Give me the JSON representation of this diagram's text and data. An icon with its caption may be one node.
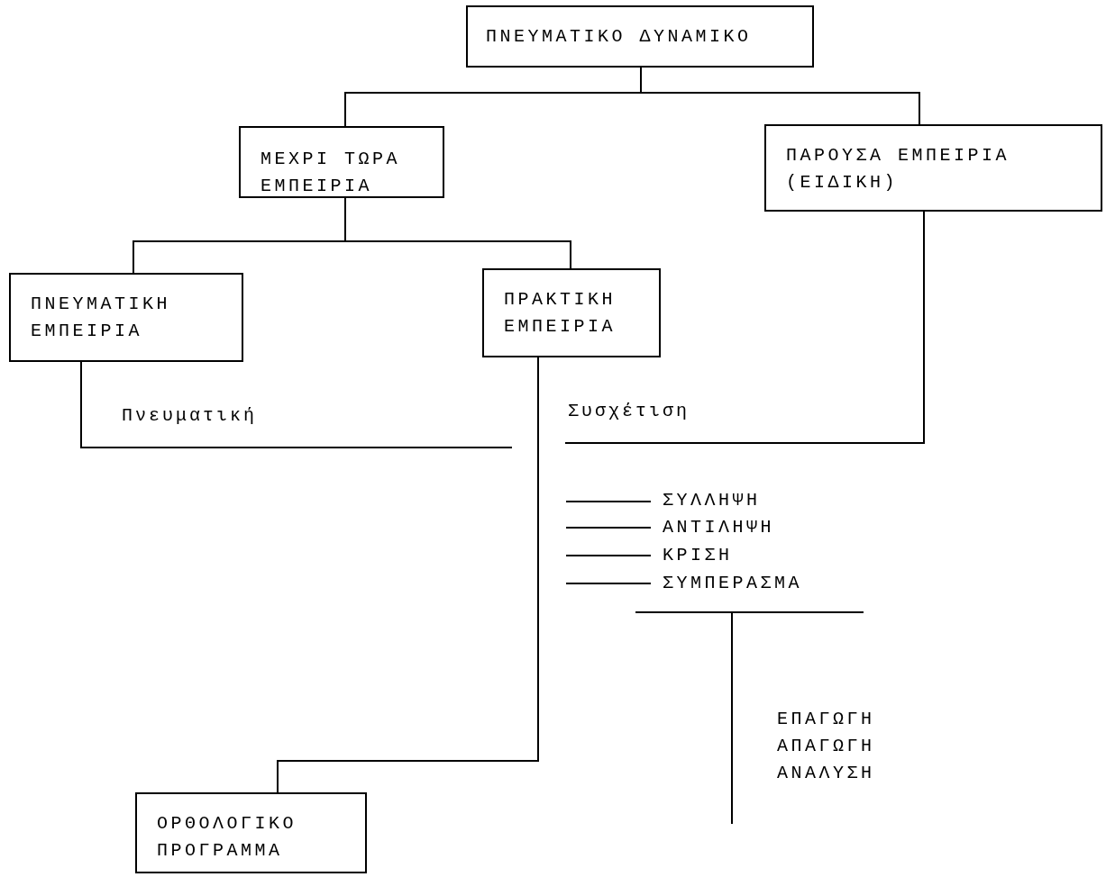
{
  "diagram": {
    "nodes": [
      {
        "text": [
          "ΠΝΕΥΜΑΤΙΚΟ ΔΥΝΑΜΙΚΟ"
        ]
      },
      {
        "text": [
          "ΜΕΧΡΙ ΤΩΡΑ ΕΜΠΕΙΡΙΑ"
        ]
      },
      {
        "text": [
          "ΠΑΡΟΥΣΑ ΕΜΠΕΙΡΙΑ (ΕΙΔΙΚΗ)"
        ]
      },
      {
        "text": [
          "ΠΝΕΥΜΑΤΙΚΗ ΕΜΠΕΙΡΙΑ"
        ]
      },
      {
        "text": [
          "ΠΡΑΚΤΙΚΗ ΕΜΠΕΙΡΙΑ"
        ]
      },
      {
        "text": [
          "ΟΡΘΟΛΟΓΙΚΟ ΠΡΟΓΡΑΜΜΑ"
        ]
      }
    ],
    "edges": [
      {
        "from": 0,
        "to": 1,
        "arrow": "none"
      },
      {
        "from": 0,
        "to": 2,
        "arrow": "none"
      },
      {
        "from": 1,
        "to": 3,
        "arrow": "none"
      },
      {
        "from": 1,
        "to": 4,
        "arrow": "none"
      },
      {
        "from": 4,
        "to": 5,
        "arrow": "none"
      },
      {
        "from": 3,
        "to": null,
        "arrow": "none",
        "label": "Πνευματική"
      },
      {
        "from": 2,
        "to": null,
        "arrow": "none",
        "label": "Συσχέτιση"
      }
    ],
    "labels": [
      "ΣΥΛΛΗΨΗ",
      "ΑΝΤΙΛΗΨΗ",
      "ΚΡΙΣΗ",
      "ΣΥΜΠΕΡΑΣΜΑ",
      "ΕΠΑΓΩΓΗ",
      "ΑΠΑΓΩΓΗ",
      "ΑΝΑΛΥΣΗ"
    ]
  }
}
